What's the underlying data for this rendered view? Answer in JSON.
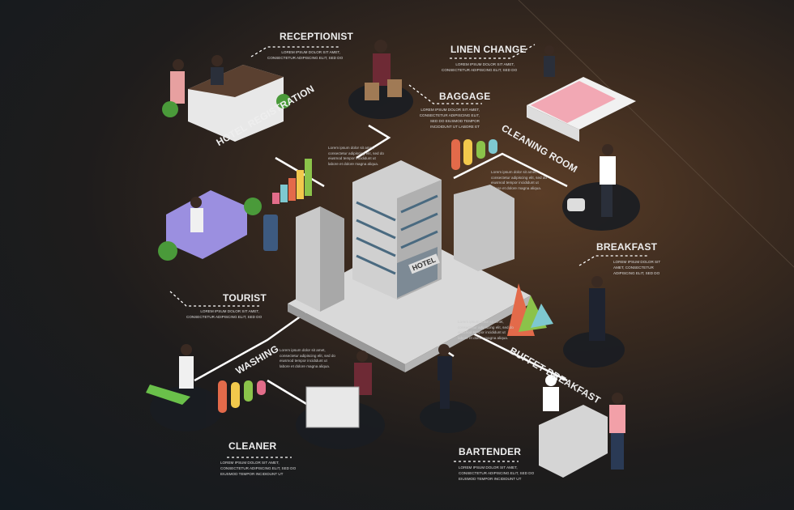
{
  "labels": {
    "receptionist": "RECEPTIONIST",
    "linen_change": "LINEN CHANGE",
    "baggage": "BAGGAGE",
    "hotel_registration": "HOTEL REGISTRATION",
    "cleaning_room": "CLEANING ROOM",
    "tourist": "TOURIST",
    "breakfast": "BREAKFAST",
    "buffet_breakfast": "BUFFET BREAKFAST",
    "washing": "WASHING",
    "cleaner": "CLEANER",
    "bartender": "BARTENDER",
    "hotel_sign": "HOTEL"
  },
  "descriptions": {
    "short1": "Lorem ipsum dolor sit amet,",
    "short2": "consectetur adipiscing elit, sed do",
    "b1": "Lorem ipsum dolor sit amet,",
    "b2": "consectetur adipiscing elit,",
    "b3": "sed do eiusmod tempor",
    "b4": "incididunt ut labore et",
    "br1": "Lorem ipsum dolor sit",
    "br2": "amet, consectetur",
    "br3": "adipiscing elit, sed do",
    "c3": "eiusmod tempor incididunt ut"
  },
  "paragraph": "Lorem ipsum dolor sit amet, consectetur adipiscing elit, sed do eiusmod tempor incididunt ut labore et dolore magna aliqua."
}
